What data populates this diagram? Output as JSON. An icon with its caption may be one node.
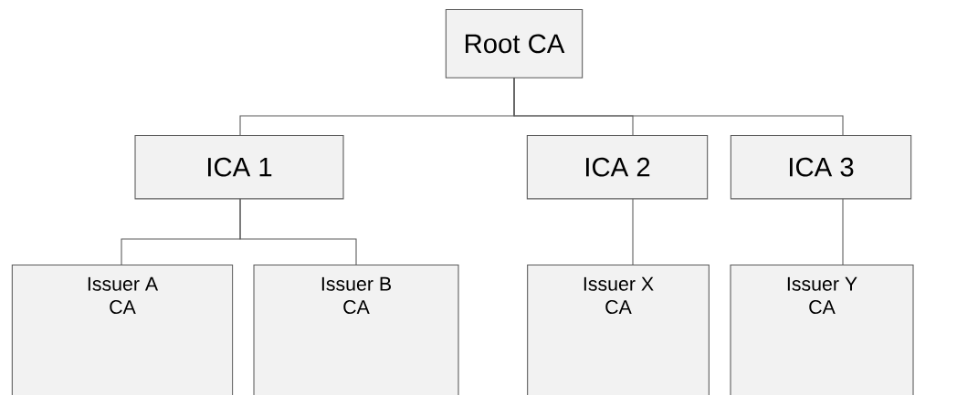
{
  "diagram": {
    "nodes": [
      {
        "text": [
          "Root CA"
        ]
      },
      {
        "text": [
          "ICA 1"
        ]
      },
      {
        "text": [
          "ICA 2"
        ]
      },
      {
        "text": [
          "ICA 3"
        ]
      },
      {
        "text": [
          "Issuer A",
          "CA"
        ]
      },
      {
        "text": [
          "Issuer B",
          "CA"
        ]
      },
      {
        "text": [
          "Issuer X",
          "CA"
        ]
      },
      {
        "text": [
          "Issuer Y",
          "CA"
        ]
      }
    ],
    "edges": [
      {
        "from": 0,
        "to": 1,
        "arrow": "none"
      },
      {
        "from": 0,
        "to": 2,
        "arrow": "none"
      },
      {
        "from": 0,
        "to": 3,
        "arrow": "none"
      },
      {
        "from": 1,
        "to": 4,
        "arrow": "none"
      },
      {
        "from": 1,
        "to": 5,
        "arrow": "none"
      },
      {
        "from": 2,
        "to": 6,
        "arrow": "none"
      },
      {
        "from": 3,
        "to": 7,
        "arrow": "none"
      }
    ]
  }
}
